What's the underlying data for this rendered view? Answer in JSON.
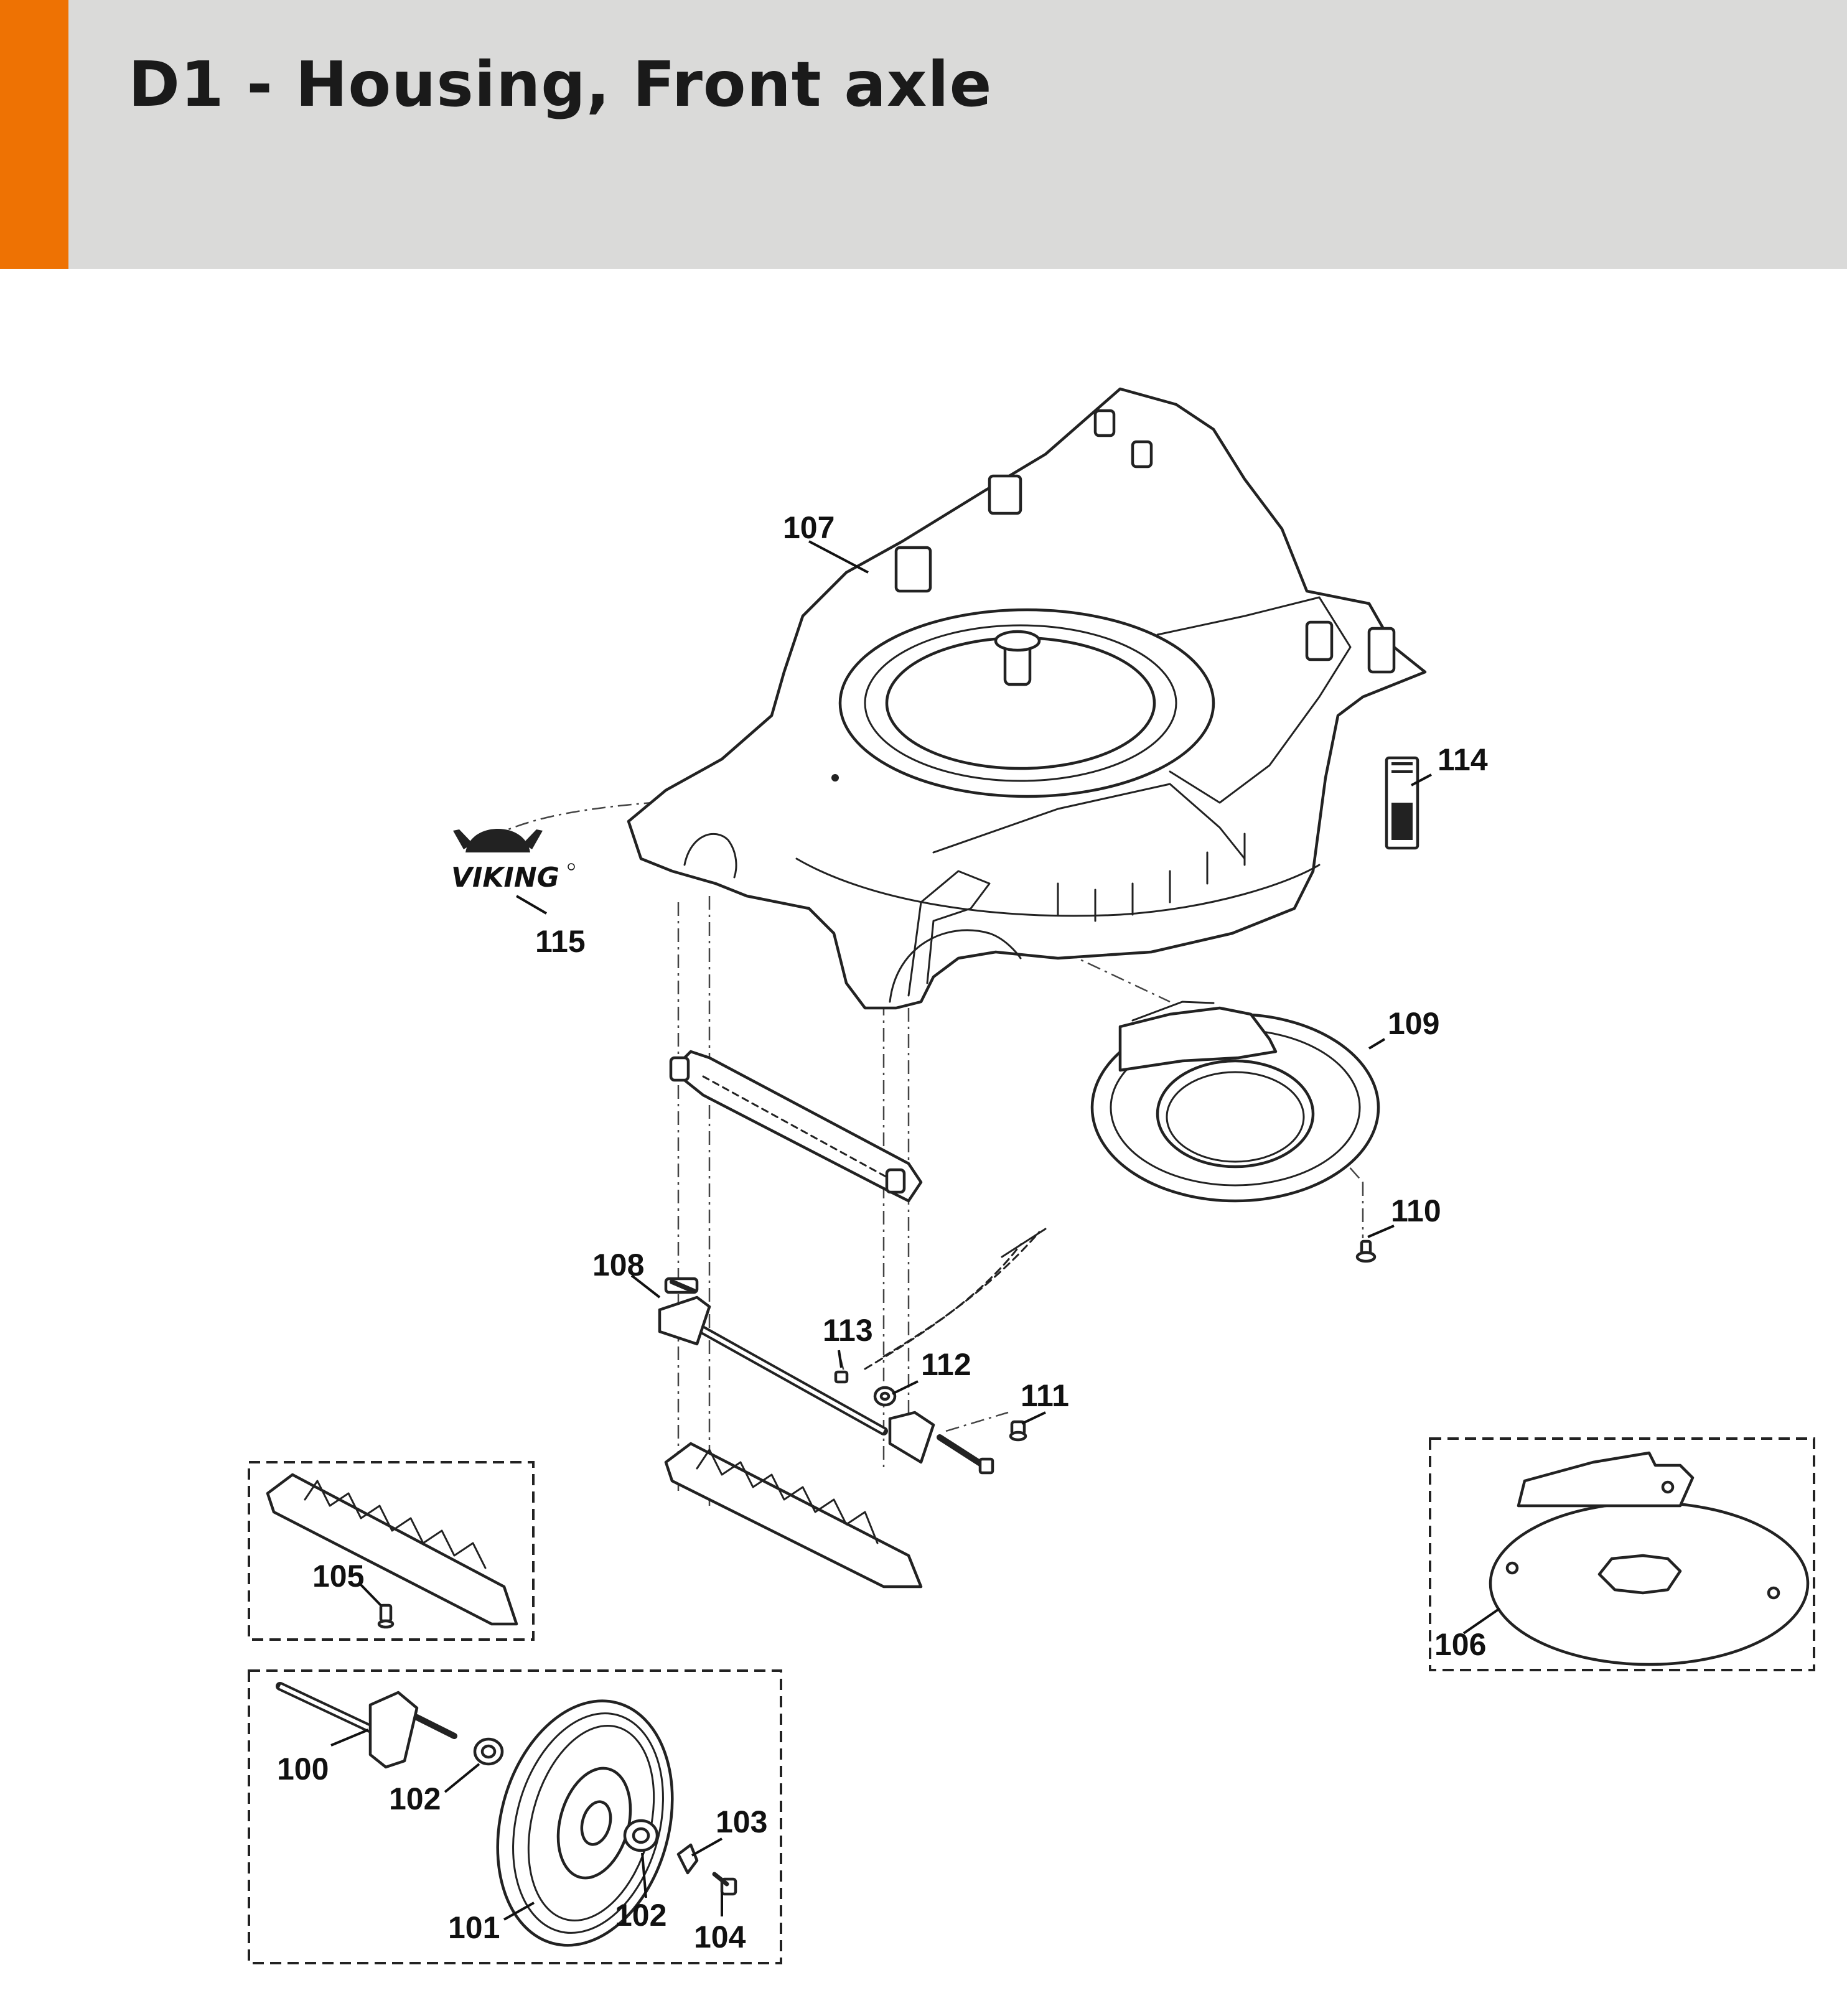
{
  "header": {
    "title": "D1 - Housing, Front axle",
    "accent_color": "#ee7203",
    "background_color": "#dadad9"
  },
  "brand_logo": {
    "text": "VIKING",
    "icon": "viking-helmet-icon"
  },
  "callouts": {
    "p100": "100",
    "p101": "101",
    "p102a": "102",
    "p102b": "102",
    "p103": "103",
    "p104": "104",
    "p105": "105",
    "p106": "106",
    "p107": "107",
    "p108": "108",
    "p109": "109",
    "p110": "110",
    "p111": "111",
    "p112": "112",
    "p113": "113",
    "p114": "114",
    "p115": "115"
  }
}
